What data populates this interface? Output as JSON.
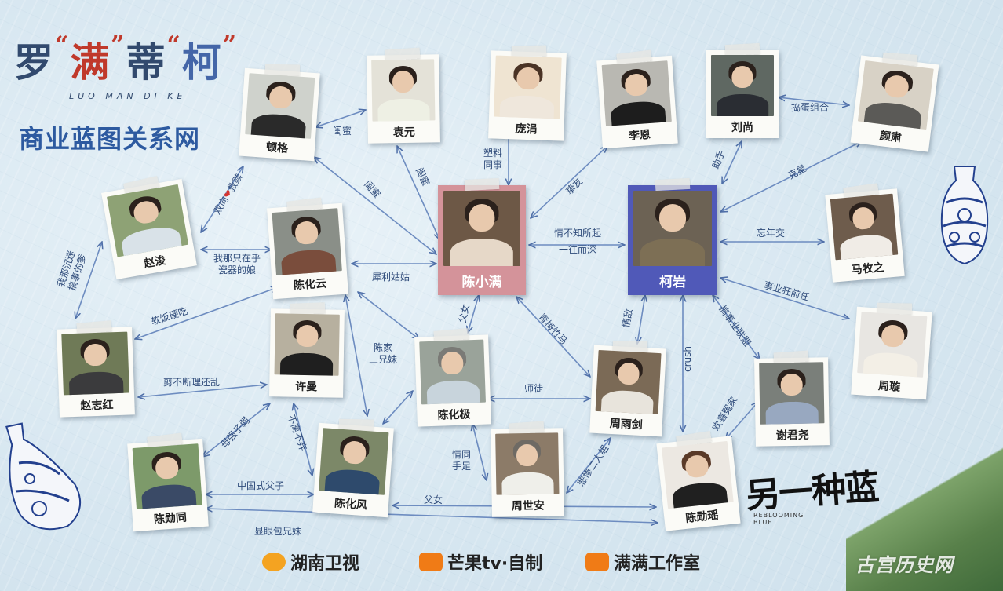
{
  "title": {
    "prefix": "罗",
    "q1": "“",
    "man": "满",
    "q2": "”",
    "di": "蒂",
    "q3": "“",
    "ke": "柯",
    "q4": "”",
    "pinyin": "LUO MAN DI KE",
    "subtitle": "商业蓝图关系网"
  },
  "colors": {
    "line": "#4f6fa8",
    "main_pink": "#d4939a",
    "main_blue": "#5059b8",
    "title_red": "#c0392b",
    "title_blue": "#2d5aa0"
  },
  "people": {
    "dunge": "顿格",
    "yuanyuan": "袁元",
    "pangjuan": "庞涓",
    "lien": "李恩",
    "liushang": "刘尚",
    "yansu": "颜肃",
    "zhaojun": "赵浚",
    "chenhuayun": "陈化云",
    "chenxiaoman": "陈小满",
    "keyan": "柯岩",
    "mamuzhi": "马牧之",
    "zhaozhihong": "赵志红",
    "xuman": "许曼",
    "chenhuaji": "陈化极",
    "zhouyujian": "周雨剑",
    "zhouxuan": "周璇",
    "xiejunyao": "谢君尧",
    "chenxuntong": "陈勋同",
    "chenhuafeng": "陈化风",
    "zhoushian": "周世安",
    "chenxunyao": "陈勋瑶"
  },
  "relations": {
    "guimi1": "闺蜜",
    "suliao": "塑料",
    "tongshi": "同事",
    "liushang_yansu": "捣蛋组合",
    "zhushou": "助手",
    "guimi2": "闺蜜",
    "guimi3": "闺蜜",
    "zhiyou": "挚友",
    "kexing": "克星",
    "shuangxiang": "双向",
    "jiushu": "救赎",
    "qingbuzhi1": "情不知所起",
    "qingbuzhi2": "一往而深",
    "wangnianjiao": "忘年交",
    "niang1": "我那只在乎",
    "niang2": "瓷器的娘",
    "xili": "犀利姑姑",
    "shiyekuang": "事业狂前任",
    "chenmi1": "我那沉迷",
    "chenmi2": "搞事的爹",
    "ruanfan": "软饭硬吃",
    "funv1": "父女",
    "qingmei": "青梅竹马",
    "qingdi": "情敌",
    "crush": "crush",
    "gaoshiye": "搞事业联盟",
    "chenjia1": "陈家",
    "chenjia2": "三兄妹",
    "jianbuduan": "剪不断理还乱",
    "shitu": "师徒",
    "huanxi": "欢喜冤家",
    "mujiang": "母强子弱",
    "budi": "不离不弃",
    "qingtong1": "情同",
    "qingtong2": "手足",
    "beican": "悲惨二人组",
    "zhongguoshi": "中国式父子",
    "funv2": "父女",
    "xianyan": "显眼包兄妹"
  },
  "logos": {
    "hunan": "湖南卫视",
    "mango": "芒果tv·自制",
    "manman": "满满工作室"
  },
  "brand": {
    "name": "另一种蓝",
    "sub1": "REBLOOMING",
    "sub2": "BLUE"
  },
  "watermark": "古宫历史网"
}
